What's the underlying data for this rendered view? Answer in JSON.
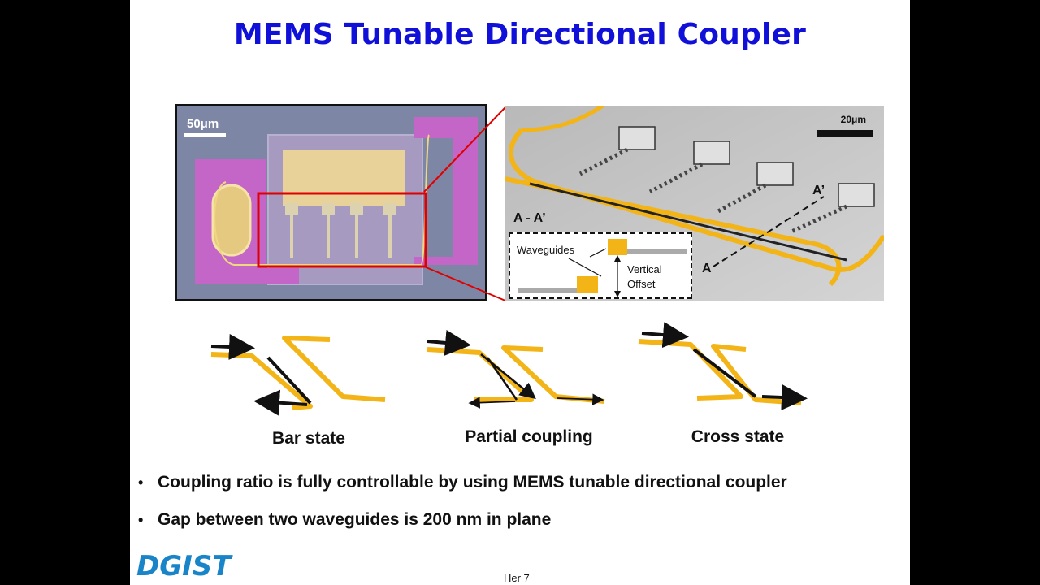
{
  "slide": {
    "title": "MEMS Tunable Directional Coupler",
    "micrograph": {
      "scale_label": "50μm"
    },
    "sem": {
      "scale_label": "20μm",
      "section_label": "A - A’",
      "point_a": "A",
      "point_a_prime": "A’",
      "inset": {
        "waveguides_label": "Waveguides",
        "vertical_label": "Vertical",
        "offset_label": "Offset"
      }
    },
    "states": [
      {
        "label": "Bar state"
      },
      {
        "label": "Partial coupling"
      },
      {
        "label": "Cross state"
      }
    ],
    "bullets": [
      "Coupling ratio is fully controllable by using MEMS tunable directional coupler",
      "Gap between two waveguides is 200 nm in plane"
    ],
    "logo_text": "DGIST",
    "page_label": "Her 7",
    "colors": {
      "title": "#1010d8",
      "waveguide": "#f3b417",
      "highlight_box": "#e00000",
      "pad_magenta": "#c060c8",
      "pad_gold": "#e8d098",
      "logo": "#1a84c8"
    }
  }
}
